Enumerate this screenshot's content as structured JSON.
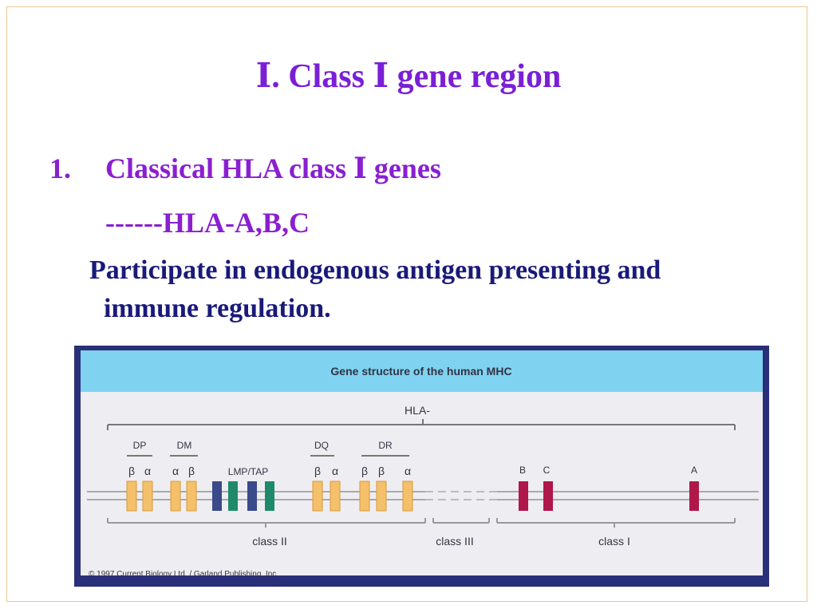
{
  "slide": {
    "title": "Ⅰ. Class Ⅰ gene region",
    "list_number": "1.",
    "item_line1": "Classical HLA class Ⅰ genes",
    "item_line2": "------HLA-A,B,C",
    "desc_line1": "Participate in endogenous antigen presenting and",
    "desc_line2": "immune regulation."
  },
  "figure": {
    "header": "Gene structure of the human MHC",
    "hla_label": "HLA-",
    "group_labels": {
      "dp": "DP",
      "dm": "DM",
      "lmp_tap": "LMP/TAP",
      "dq": "DQ",
      "dr": "DR",
      "b": "B",
      "c": "C",
      "a": "A"
    },
    "greek": {
      "dp": [
        "β",
        "α"
      ],
      "dm": [
        "α",
        "β"
      ],
      "dq": [
        "β",
        "α"
      ],
      "dr": [
        "β",
        "β",
        "α"
      ]
    },
    "class_labels": {
      "class2": "class II",
      "class3": "class III",
      "class1": "class I"
    },
    "copyright": "© 1997 Current Biology Ltd. / Garland Publishing, Inc.",
    "colors": {
      "header_bg": "#7fd3f0",
      "class2_gene": "#f5c06a",
      "lmp_gene": "#3a4a8a",
      "tap_gene": "#1f8a6a",
      "class1_gene": "#b0174a"
    }
  }
}
